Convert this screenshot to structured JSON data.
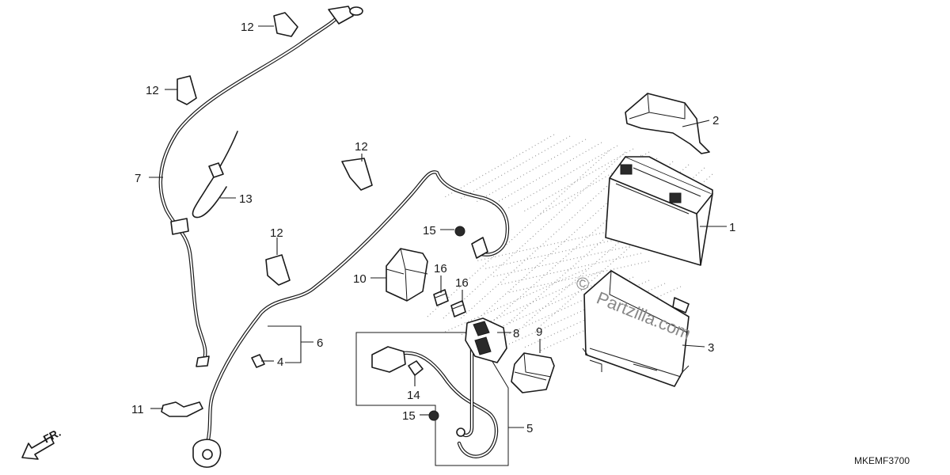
{
  "diagram": {
    "code": "MKEMF3700",
    "front_label": "FR.",
    "watermark": "Partzilla.com",
    "copyright_symbol": "©",
    "callouts": [
      {
        "id": "c1",
        "label": "1",
        "part": "battery"
      },
      {
        "id": "c2",
        "label": "2",
        "part": "battery-cover"
      },
      {
        "id": "c3",
        "label": "3",
        "part": "battery-case"
      },
      {
        "id": "c4",
        "label": "4",
        "part": "fuse-clip"
      },
      {
        "id": "c5",
        "label": "5",
        "part": "starter-cable-assembly"
      },
      {
        "id": "c6",
        "label": "6",
        "part": "battery-cable"
      },
      {
        "id": "c7",
        "label": "7",
        "part": "ground-cable"
      },
      {
        "id": "c8",
        "label": "8",
        "part": "starter-relay"
      },
      {
        "id": "c9",
        "label": "9",
        "part": "relay-cover"
      },
      {
        "id": "c10",
        "label": "10",
        "part": "fuse-box"
      },
      {
        "id": "c11",
        "label": "11",
        "part": "cable-clamp"
      },
      {
        "id": "c12a",
        "label": "12",
        "part": "wire-band"
      },
      {
        "id": "c12b",
        "label": "12",
        "part": "wire-band"
      },
      {
        "id": "c12c",
        "label": "12",
        "part": "wire-band"
      },
      {
        "id": "c12d",
        "label": "12",
        "part": "wire-band"
      },
      {
        "id": "c13",
        "label": "13",
        "part": "band-clip"
      },
      {
        "id": "c14",
        "label": "14",
        "part": "cable-terminal"
      },
      {
        "id": "c15a",
        "label": "15",
        "part": "nut"
      },
      {
        "id": "c15b",
        "label": "15",
        "part": "nut"
      },
      {
        "id": "c16a",
        "label": "16",
        "part": "fuse"
      },
      {
        "id": "c16b",
        "label": "16",
        "part": "fuse"
      }
    ]
  }
}
